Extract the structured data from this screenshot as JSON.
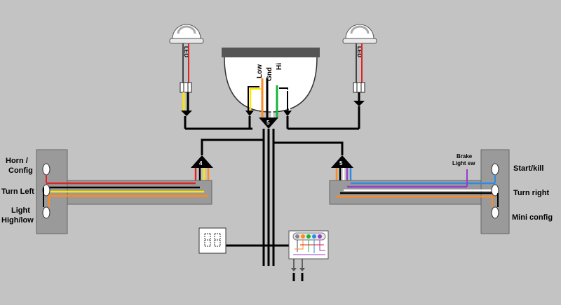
{
  "labels": {
    "led": "LED",
    "low": "Low",
    "gnd": "Gnd",
    "hi": "Hi",
    "connector_center": "5",
    "connector_left": "4",
    "connector_right": "5",
    "horn_line1": "Horn /",
    "horn_line2": "Config",
    "turn_left": "Turn Left",
    "light_line1": "Light",
    "light_line2": "High/low",
    "brake_line1": "Brake",
    "brake_line2": "Light sw",
    "start_kill": "Start/kill",
    "turn_right": "Turn right",
    "mini_config": "Mini config"
  },
  "wire_colors": {
    "black": "#000000",
    "red": "#e02424",
    "yellow": "#ffe600",
    "orange": "#ff8a1e",
    "white": "#ffffff",
    "green": "#18b43c",
    "blue": "#2a8ce6",
    "purple": "#9a3cc8",
    "grey": "#9a9a9a"
  }
}
